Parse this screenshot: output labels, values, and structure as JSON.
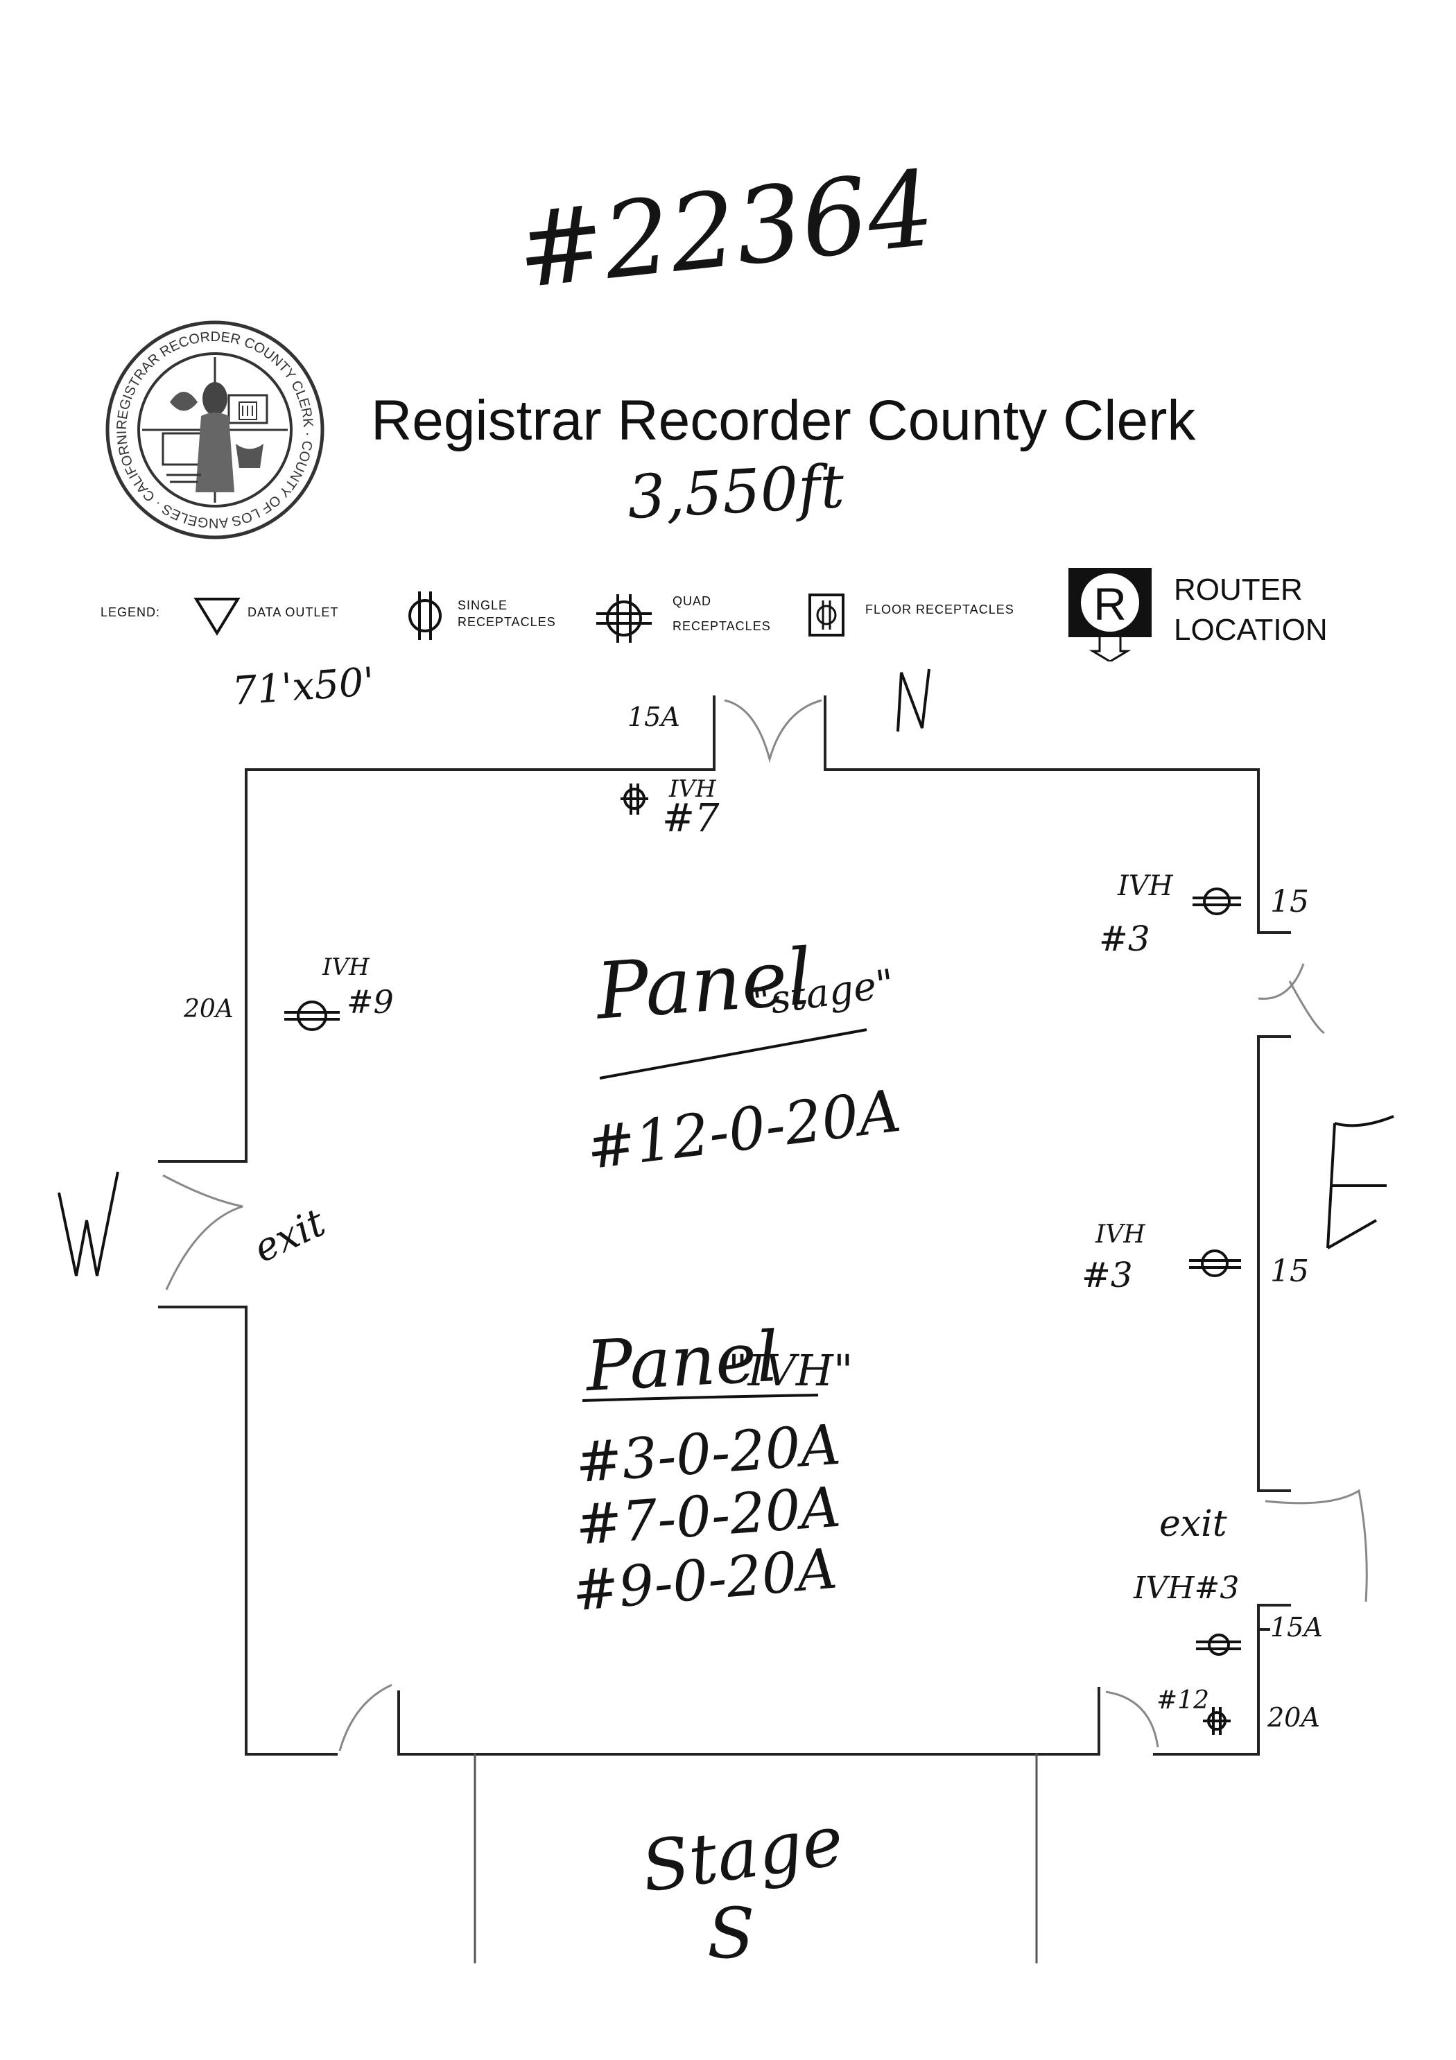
{
  "header": {
    "job_number": "#22364",
    "title": "Registrar Recorder County Clerk",
    "area": "3,550ft"
  },
  "seal": {
    "ring_text": "REGISTRAR RECORDER COUNTY CLERK · COUNTY OF LOS ANGELES · CALIFORNIA"
  },
  "legend": {
    "label": "LEGEND:",
    "items": [
      {
        "icon": "data-outlet-icon",
        "label": "DATA OUTLET"
      },
      {
        "icon": "single-receptacle-icon",
        "label_line1": "SINGLE",
        "label_line2": "RECEPTACLES"
      },
      {
        "icon": "quad-receptacle-icon",
        "label_line1": "QUAD",
        "label_line2": "RECEPTACLES"
      },
      {
        "icon": "floor-receptacle-icon",
        "label": "FLOOR RECEPTACLES"
      },
      {
        "icon": "router-location-icon",
        "badge": "R",
        "label_line1": "ROUTER",
        "label_line2": "LOCATION"
      }
    ]
  },
  "plan": {
    "dimensions": "71'x50'",
    "compass": {
      "north": "N",
      "west": "W",
      "east": "E",
      "south": "S"
    },
    "top_breaker": "15A",
    "top_outlet": {
      "panel": "IVH",
      "circuit": "#7"
    },
    "west_breaker": "20A",
    "west_outlet": {
      "panel": "IVH",
      "circuit": "#9"
    },
    "west_exit": "exit",
    "east_outlet_upper": {
      "panel": "IVH",
      "circuit": "#3",
      "breaker": "15"
    },
    "east_outlet_middle": {
      "panel": "IVH",
      "circuit": "#3",
      "breaker": "15"
    },
    "east_exit": "exit",
    "east_outlet_lower": {
      "label": "IVH#3",
      "breaker": "15A"
    },
    "bottom_outlet": {
      "circuit": "#12",
      "breaker": "20A"
    },
    "stage_label": "Stage",
    "panel_stage": {
      "title": "Panel",
      "name": "\"stage\"",
      "circuits": [
        "#12-0-20A"
      ]
    },
    "panel_ivh": {
      "title": "Panel",
      "name": "\"IVH\"",
      "circuits": [
        "#3-0-20A",
        "#7-0-20A",
        "#9-0-20A"
      ]
    }
  }
}
